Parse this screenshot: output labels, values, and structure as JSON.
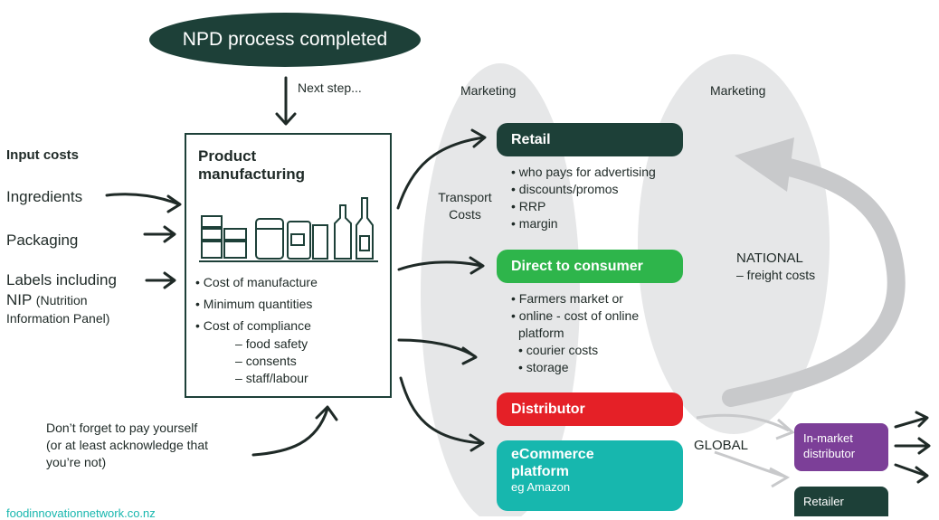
{
  "header": {
    "label": "NPD process completed",
    "color": "#1d4038"
  },
  "next_step": "Next step...",
  "input_costs": {
    "title": "Input costs",
    "items": [
      "Ingredients",
      "Packaging",
      "Labels including"
    ],
    "nip_abbr": "NIP",
    "nip_long_1": "(Nutrition",
    "nip_long_2": "Information Panel)"
  },
  "manufacturing": {
    "title_1": "Product",
    "title_2": "manufacturing",
    "bullets": [
      "Cost of manufacture",
      "Minimum quantities",
      "Cost of compliance"
    ],
    "sub_items": [
      "food safety",
      "consents",
      "staff/labour"
    ],
    "icon": "grocery-shelf-icon"
  },
  "reminder": {
    "lines": [
      "Don’t forget to pay  yourself",
      "(or at least acknowledge that",
      "you’re not)"
    ]
  },
  "marketing_labels": [
    "Marketing",
    "Marketing"
  ],
  "transport": {
    "line1": "Transport",
    "line2": "Costs"
  },
  "channels": {
    "retail": {
      "label": "Retail",
      "color": "#1d4038",
      "bullets": [
        "who pays for advertising",
        "discounts/promos",
        "RRP",
        "margin"
      ]
    },
    "direct": {
      "label": "Direct to consumer",
      "color": "#2eb54b",
      "bullets": [
        "Farmers market or",
        "online - cost of online"
      ],
      "continuation": "platform",
      "sub_bullets": [
        "courier costs",
        "storage"
      ]
    },
    "distributor": {
      "label": "Distributor",
      "color": "#e52027"
    },
    "ecommerce": {
      "line1": "eCommerce",
      "line2": "platform",
      "sub": "eg Amazon",
      "color": "#17b7ae"
    }
  },
  "national": {
    "label": "NATIONAL",
    "sub": "– freight costs"
  },
  "global": {
    "label": "GLOBAL",
    "in_market_1": "In-market",
    "in_market_2": "distributor",
    "in_market_color": "#7c3f98",
    "retailer": "Retailer",
    "retailer_color": "#1d4038"
  },
  "footer": "foodinnovationnetwork.co.nz",
  "colors": {
    "footer": "#17b7ae",
    "ellipse": "#e6e7e8",
    "arrow": "#1f2a27",
    "grey_arrow": "#c8c9cb"
  }
}
